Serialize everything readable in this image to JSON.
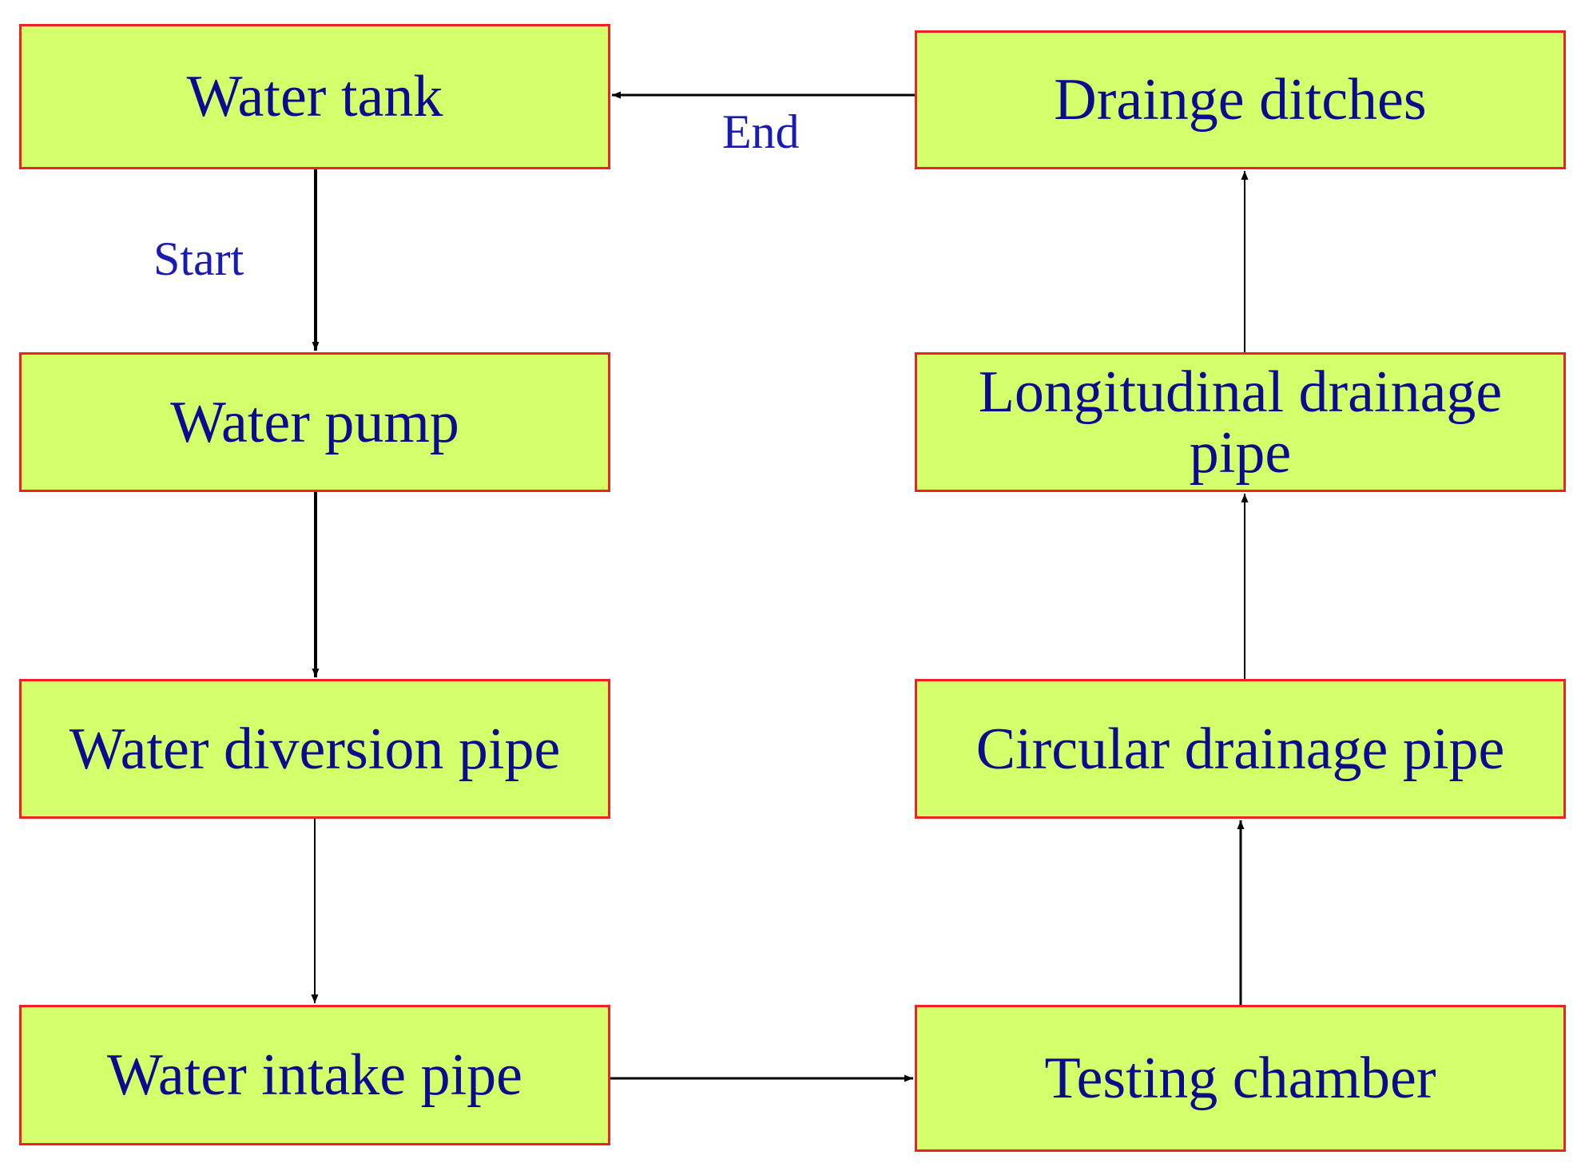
{
  "colors": {
    "box_fill": "#d4ff6a",
    "box_border": "#ee2222",
    "box_text": "#0b0b8f",
    "label_text": "#1a1ab5",
    "arrow": "#000000"
  },
  "nodes": {
    "water_tank": "Water tank",
    "water_pump": "Water pump",
    "water_diversion_pipe": "Water diversion pipe",
    "water_intake_pipe": "Water intake pipe",
    "testing_chamber": "Testing chamber",
    "circular_drainage_pipe": "Circular drainage pipe",
    "longitudinal_drainage_pipe": "Longitudinal drainage pipe",
    "drainge_ditches": "Drainge ditches"
  },
  "edge_labels": {
    "start": "Start",
    "end": "End"
  },
  "edges": [
    {
      "from": "water_tank",
      "to": "water_pump",
      "label": "start"
    },
    {
      "from": "water_pump",
      "to": "water_diversion_pipe"
    },
    {
      "from": "water_diversion_pipe",
      "to": "water_intake_pipe"
    },
    {
      "from": "water_intake_pipe",
      "to": "testing_chamber"
    },
    {
      "from": "testing_chamber",
      "to": "circular_drainage_pipe"
    },
    {
      "from": "circular_drainage_pipe",
      "to": "longitudinal_drainage_pipe"
    },
    {
      "from": "longitudinal_drainage_pipe",
      "to": "drainge_ditches"
    },
    {
      "from": "drainge_ditches",
      "to": "water_tank",
      "label": "end"
    }
  ]
}
